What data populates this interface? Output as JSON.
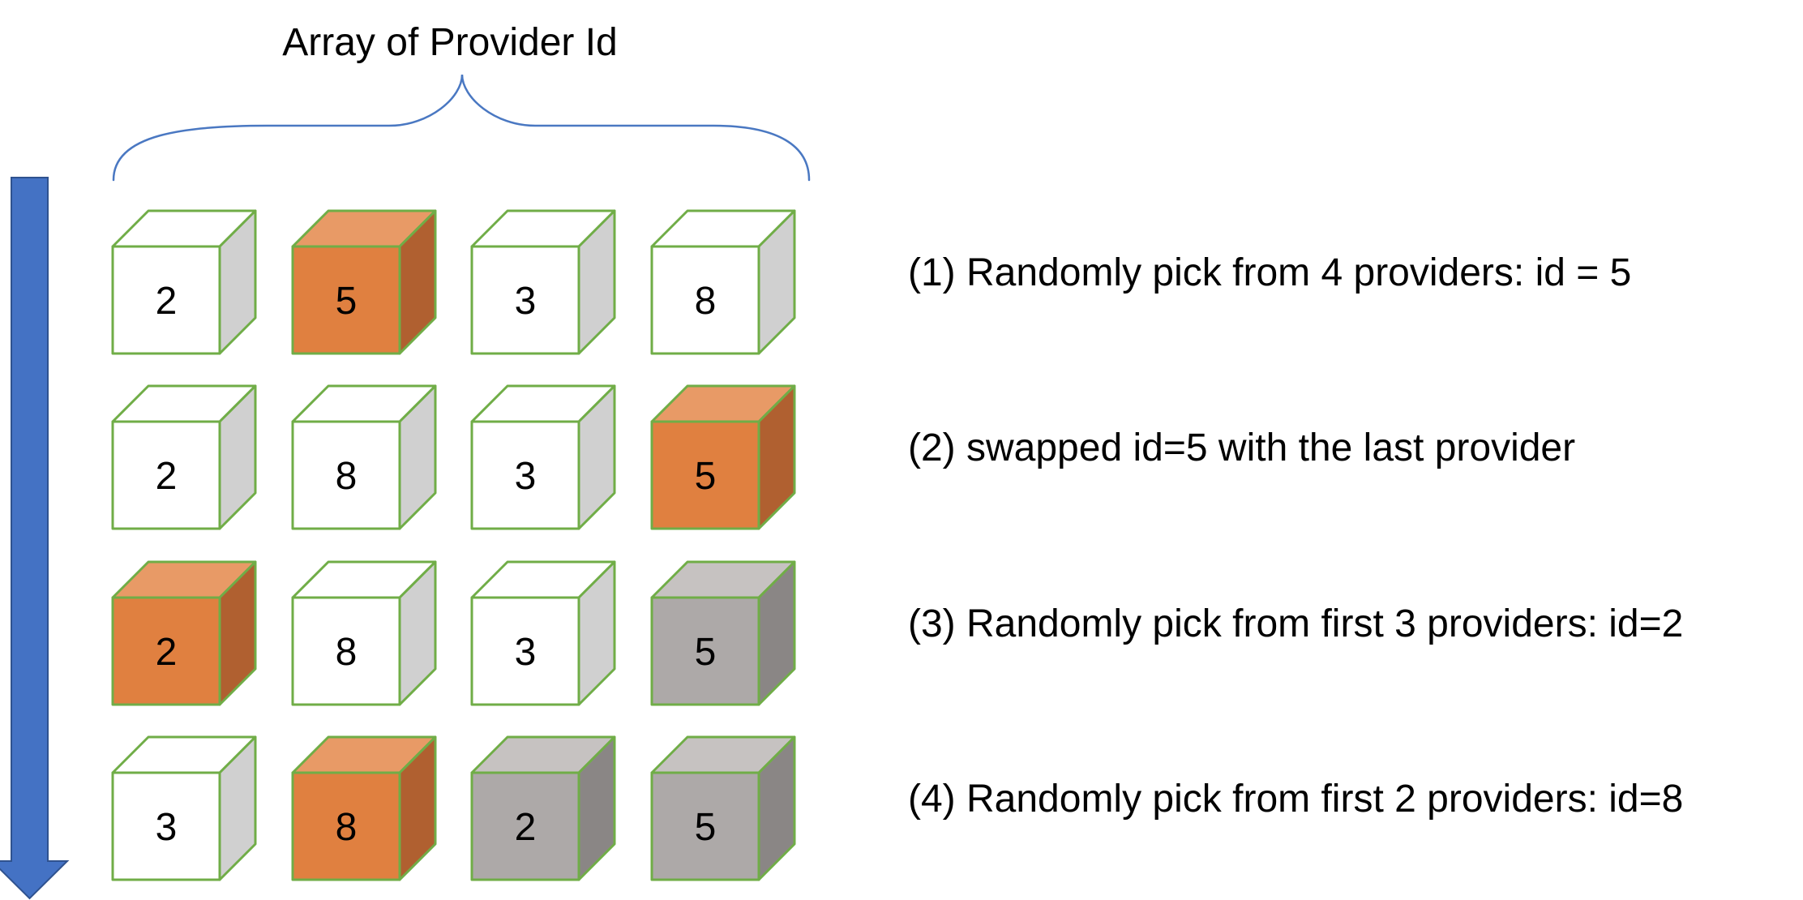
{
  "title": "Array of Provider Id",
  "colors": {
    "cube_stroke": "#70AD47",
    "white": {
      "front": "#FFFFFF",
      "top": "#FFFFFF",
      "side": "#D0D0D0"
    },
    "orange": {
      "front": "#E08040",
      "top": "#E89A66",
      "side": "#B06030"
    },
    "gray": {
      "front": "#ADA9A8",
      "top": "#C6C2C1",
      "side": "#8A8685"
    },
    "brace": "#4A78C2",
    "arrow_fill": "#4472C4",
    "arrow_stroke": "#2F528F"
  },
  "icons": {
    "direction_arrow": "arrow-down-icon",
    "brace": "curly-brace-icon"
  },
  "rows": [
    {
      "step": "(1) Randomly pick from 4 providers: id = 5",
      "cubes": [
        {
          "value": "2",
          "state": "white"
        },
        {
          "value": "5",
          "state": "orange"
        },
        {
          "value": "3",
          "state": "white"
        },
        {
          "value": "8",
          "state": "white"
        }
      ]
    },
    {
      "step": "(2) swapped id=5 with the last provider",
      "cubes": [
        {
          "value": "2",
          "state": "white"
        },
        {
          "value": "8",
          "state": "white"
        },
        {
          "value": "3",
          "state": "white"
        },
        {
          "value": "5",
          "state": "orange"
        }
      ]
    },
    {
      "step": "(3) Randomly pick from first 3 providers: id=2",
      "cubes": [
        {
          "value": "2",
          "state": "orange"
        },
        {
          "value": "8",
          "state": "white"
        },
        {
          "value": "3",
          "state": "white"
        },
        {
          "value": "5",
          "state": "gray"
        }
      ]
    },
    {
      "step": "(4) Randomly pick from first 2 providers: id=8",
      "cubes": [
        {
          "value": "3",
          "state": "white"
        },
        {
          "value": "8",
          "state": "orange"
        },
        {
          "value": "2",
          "state": "gray"
        },
        {
          "value": "5",
          "state": "gray"
        }
      ]
    }
  ]
}
